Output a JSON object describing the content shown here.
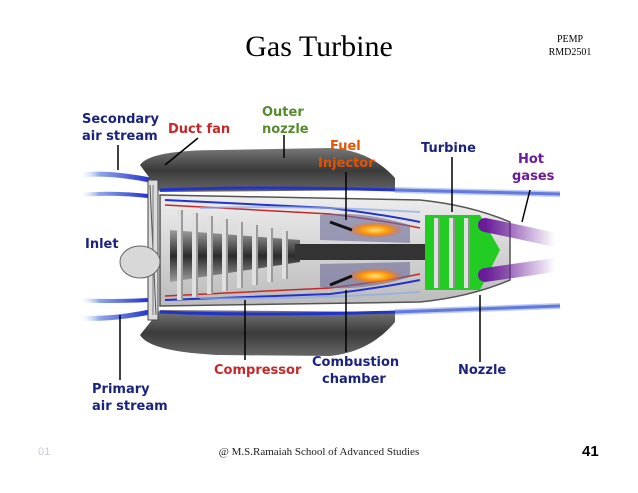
{
  "slide": {
    "title": "Gas Turbine",
    "corner_line1": "PEMP",
    "corner_line2": "RMD2501",
    "footer_left": "01",
    "footer_center": "@ M.S.Ramaiah School of Advanced Studies",
    "page_number": "41"
  },
  "labels": {
    "secondary_1": "Secondary",
    "secondary_2": "air stream",
    "duct_fan": "Duct fan",
    "outer_1": "Outer",
    "outer_2": "nozzle",
    "fuel_1": "Fuel",
    "fuel_2": "Injector",
    "turbine": "Turbine",
    "hot_1": "Hot",
    "hot_2": "gases",
    "inlet": "Inlet",
    "compressor": "Compressor",
    "combustion_1": "Combustion",
    "combustion_2": "chamber",
    "nozzle": "Nozzle",
    "primary_1": "Primary",
    "primary_2": "air stream"
  },
  "colors": {
    "navy_label": "#1a237e",
    "red_label": "#c62828",
    "green_label": "#558b2f",
    "orange_label": "#e65100",
    "casing": "#4a4a4a",
    "airflow": "#2233cc",
    "hot_gas": "#6a1b9a",
    "nozzle_green": "#22cc22"
  }
}
